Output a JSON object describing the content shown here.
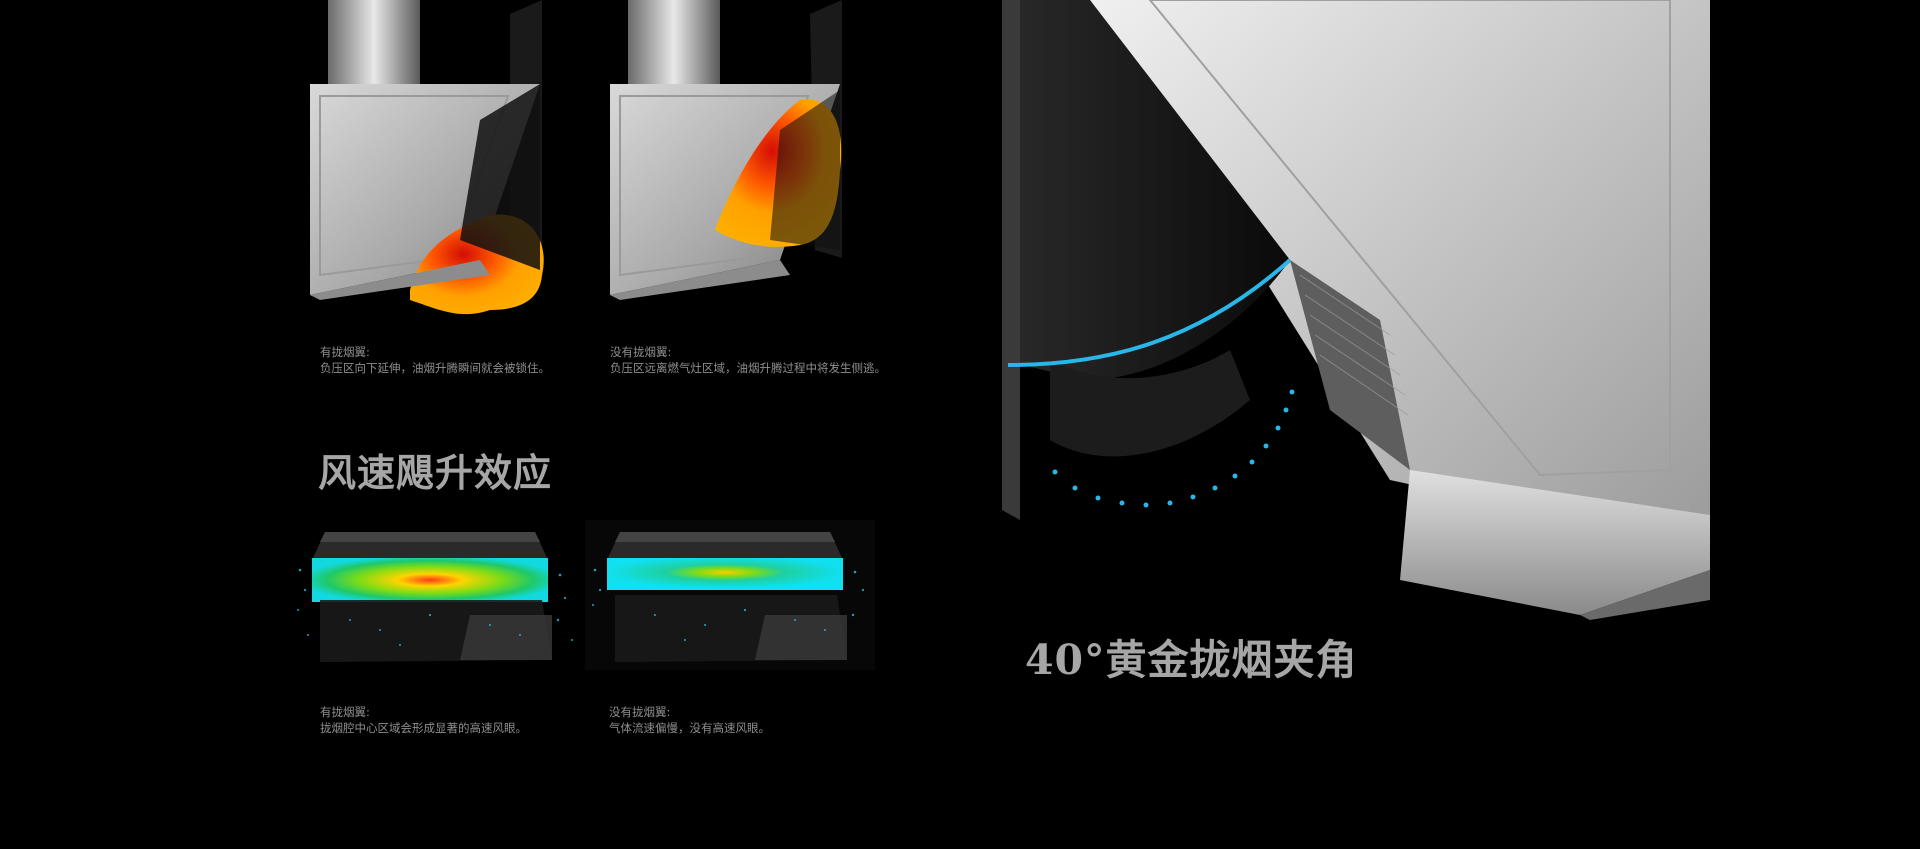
{
  "diagrams": {
    "top_left": {
      "caption_line1": "有拢烟翼:",
      "caption_line2": "负压区向下延伸，油烟升腾瞬间就会被锁住。"
    },
    "top_right": {
      "caption_line1": "没有拢烟翼:",
      "caption_line2": "负压区远离燃气灶区域，油烟升腾过程中将发生侧逃。"
    },
    "bottom_left": {
      "caption_line1": "有拢烟翼:",
      "caption_line2": "拢烟腔中心区域会形成显著的高速风眼。"
    },
    "bottom_right": {
      "caption_line1": "没有拢烟翼:",
      "caption_line2": "气体流速偏慢，没有高速风眼。"
    }
  },
  "section_heading": "风速飓升效应",
  "feature_heading": "40°黄金拢烟夹角",
  "colors": {
    "accent_cyan": "#29b6e8",
    "heat_orange": "#ffa20a",
    "heat_red": "#e01a10"
  }
}
